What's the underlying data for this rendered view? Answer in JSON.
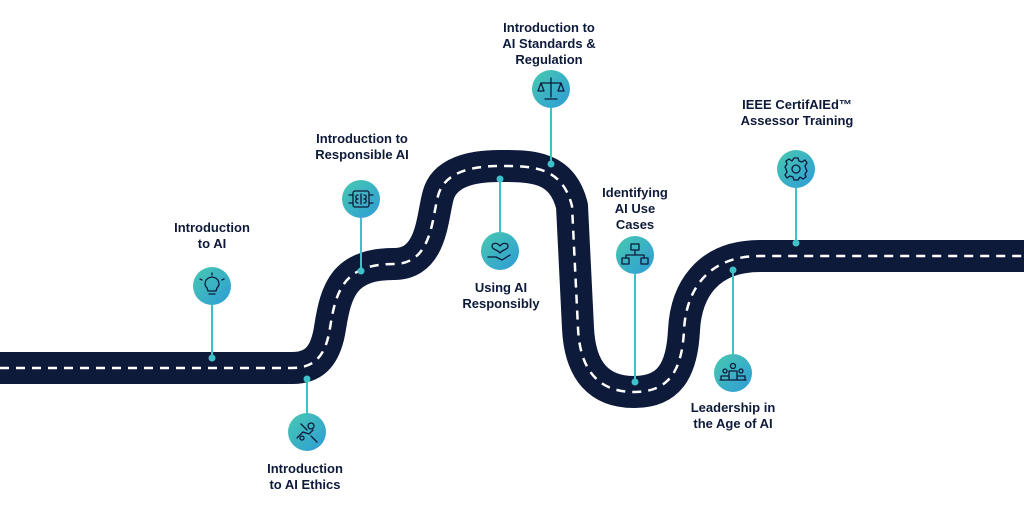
{
  "colors": {
    "road": "#0e1a3a",
    "dash": "#ffffff",
    "connector": "#3fc1c9",
    "icon_gradient_start": "#48c9b0",
    "icon_gradient_end": "#2e9bd6",
    "icon_stroke": "#0e1a3a",
    "label": "#0e1a3a"
  },
  "milestones": [
    {
      "id": "intro-ai",
      "label_lines": [
        "Introduction",
        "to AI"
      ],
      "icon": "lightbulb-icon"
    },
    {
      "id": "intro-ethics",
      "label_lines": [
        "Introduction",
        "to AI Ethics"
      ],
      "icon": "hand-ethics-icon"
    },
    {
      "id": "intro-responsible",
      "label_lines": [
        "Introduction to",
        "Responsible AI"
      ],
      "icon": "circuit-brain-icon"
    },
    {
      "id": "using-ai",
      "label_lines": [
        "Using AI",
        "Responsibly"
      ],
      "icon": "heart-hand-icon"
    },
    {
      "id": "standards",
      "label_lines": [
        "Introduction to",
        "AI Standards &",
        "Regulation"
      ],
      "icon": "scales-icon"
    },
    {
      "id": "use-cases",
      "label_lines": [
        "Identifying",
        "AI Use",
        "Cases"
      ],
      "icon": "flowchart-icon"
    },
    {
      "id": "leadership",
      "label_lines": [
        "Leadership in",
        "the Age of AI"
      ],
      "icon": "team-leader-icon"
    },
    {
      "id": "certifaied",
      "label_lines": [
        "IEEE CertifAIEd™",
        "Assessor Training"
      ],
      "icon": "gear-icon"
    }
  ]
}
